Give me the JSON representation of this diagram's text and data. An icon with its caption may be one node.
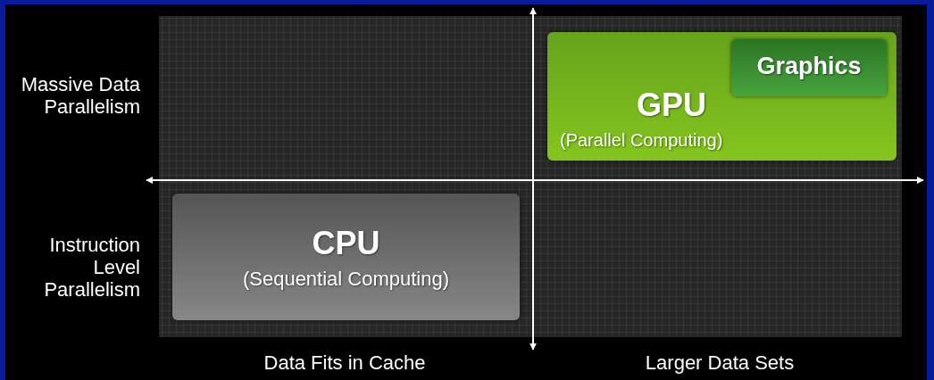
{
  "diagram": {
    "nodes": [
      {
        "text": [
          "GPU",
          "(Parallel Computing)"
        ]
      },
      {
        "text": [
          "Graphics"
        ],
        "in": 0
      },
      {
        "text": [
          "CPU",
          "(Sequential Computing)"
        ]
      }
    ],
    "labels": [
      "Massive Data Parallelism",
      "Instruction Level Parallelism",
      "Data Fits in Cache",
      "Larger Data Sets"
    ]
  }
}
